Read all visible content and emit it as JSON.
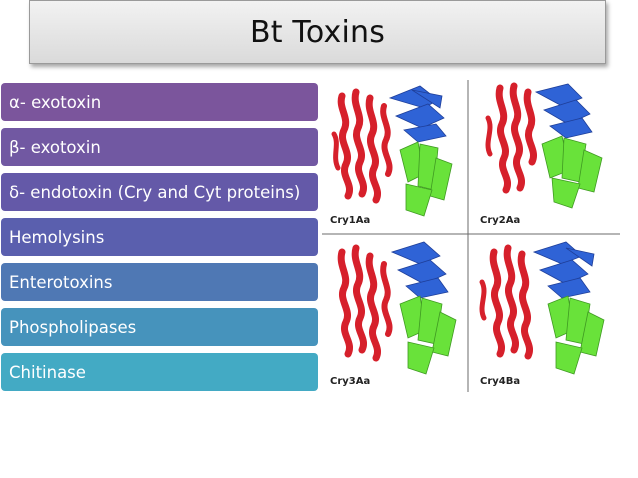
{
  "slide": {
    "title": "Bt Toxins"
  },
  "items": [
    {
      "label": "α- exotoxin",
      "color": "#7b559c"
    },
    {
      "label": "β- exotoxin",
      "color": "#7158a2"
    },
    {
      "label": "δ- endotoxin (Cry and Cyt proteins)",
      "color": "#6459a8"
    },
    {
      "label": "Hemolysins",
      "color": "#5a5fae"
    },
    {
      "label": "Enterotoxins",
      "color": "#4f78b4"
    },
    {
      "label": "Phospholipases",
      "color": "#4693bc"
    },
    {
      "label": "Chitinase",
      "color": "#43aac4"
    }
  ],
  "figure": {
    "panels": [
      {
        "label": "Cry1Aa"
      },
      {
        "label": "Cry2Aa"
      },
      {
        "label": "Cry3Aa"
      },
      {
        "label": "Cry4Ba"
      }
    ],
    "colors": {
      "helix": "#d6202b",
      "sheet_blue": "#2f63d6",
      "sheet_green": "#69e23a"
    }
  }
}
